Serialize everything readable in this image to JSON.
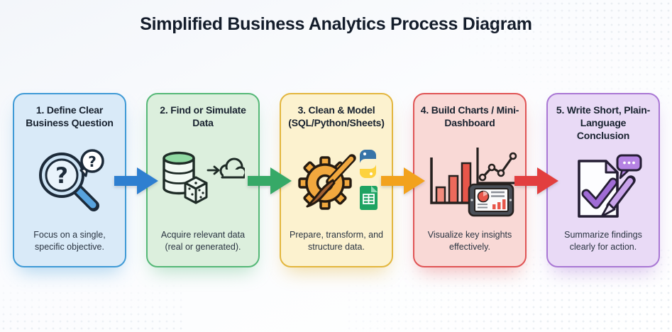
{
  "page": {
    "title": "Simplified Business Analytics Process Diagram"
  },
  "steps": [
    {
      "title": "1. Define Clear Business Question",
      "description": "Focus on a single, specific objective.",
      "icon": "magnifier-question-icon",
      "colors": {
        "bg": "#d9eaf8",
        "border": "#3f9ad6",
        "glow": "rgba(63,154,214,0.4)"
      }
    },
    {
      "title": "2. Find or Simulate Data",
      "description": "Acquire relevant data (real or generated).",
      "icon": "database-dice-cloud-icon",
      "colors": {
        "bg": "#dcefdd",
        "border": "#55b877",
        "glow": "rgba(85,184,119,0.4)"
      }
    },
    {
      "title": "3. Clean & Model (SQL/Python/Sheets)",
      "description": "Prepare, transform, and structure data.",
      "icon": "gear-paintbrush-python-sheets-icon",
      "colors": {
        "bg": "#fcf2cf",
        "border": "#e3b63e",
        "glow": "rgba(227,182,62,0.45)"
      }
    },
    {
      "title": "4. Build Charts / Mini-Dashboard",
      "description": "Visualize key insights effectively.",
      "icon": "bar-line-chart-dashboard-icon",
      "colors": {
        "bg": "#f9d9d6",
        "border": "#e05455",
        "glow": "rgba(224,84,85,0.4)"
      }
    },
    {
      "title": "5. Write Short, Plain-Language Conclusion",
      "description": "Summarize findings clearly for action.",
      "icon": "document-checkmark-pencil-icon",
      "colors": {
        "bg": "#e9daf6",
        "border": "#a977d4",
        "glow": "rgba(169,119,212,0.45)"
      }
    }
  ],
  "arrows": [
    {
      "icon": "flow-arrow-right-icon",
      "color": "#2e7fd0"
    },
    {
      "icon": "flow-arrow-right-icon",
      "color": "#36a967"
    },
    {
      "icon": "flow-arrow-right-icon",
      "color": "#f2a21d"
    },
    {
      "icon": "flow-arrow-right-icon",
      "color": "#e23f3f"
    }
  ]
}
